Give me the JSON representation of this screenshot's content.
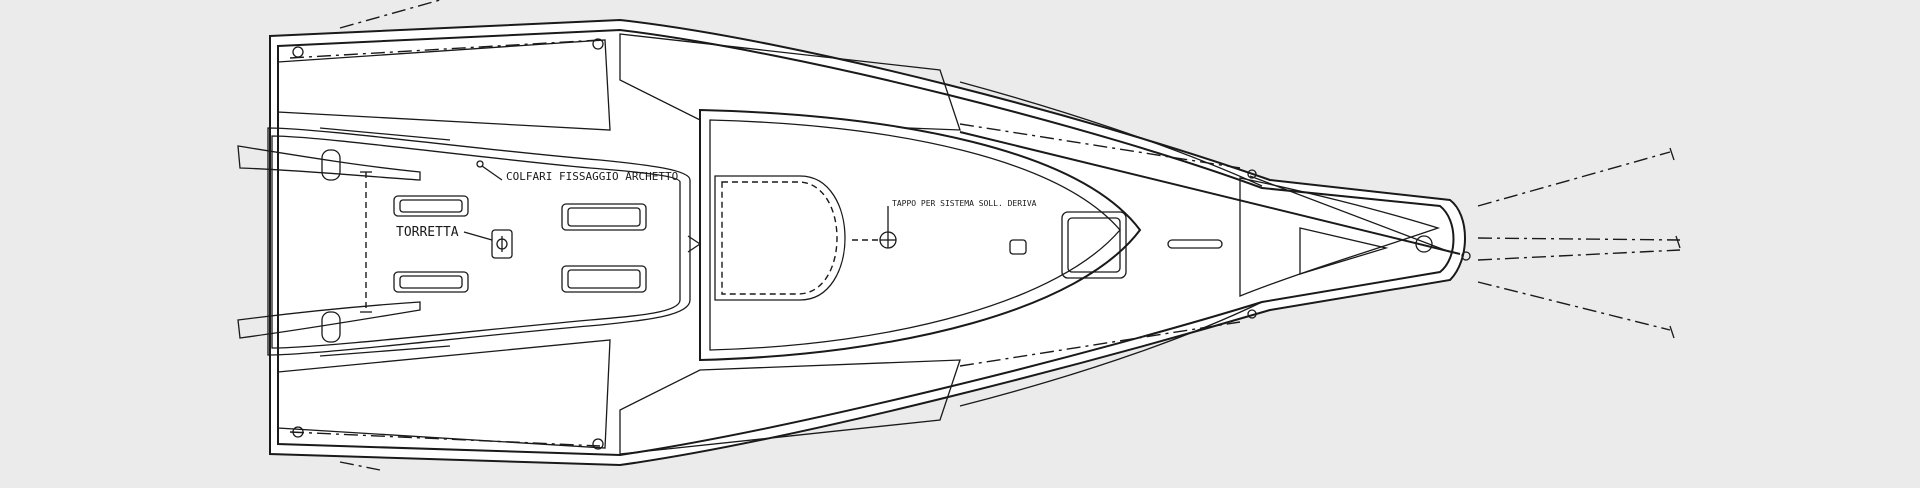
{
  "drawing": {
    "labels": {
      "colfari": "COLFARI FISSAGGIO ARCHETTO",
      "torretta": "TORRETTA",
      "tappo": "TAPPO PER SISTEMA SOLL. DERIVA"
    },
    "colors": {
      "background": "#ebebeb",
      "line": "#1a1a1a",
      "deck": "#ffffff"
    }
  }
}
